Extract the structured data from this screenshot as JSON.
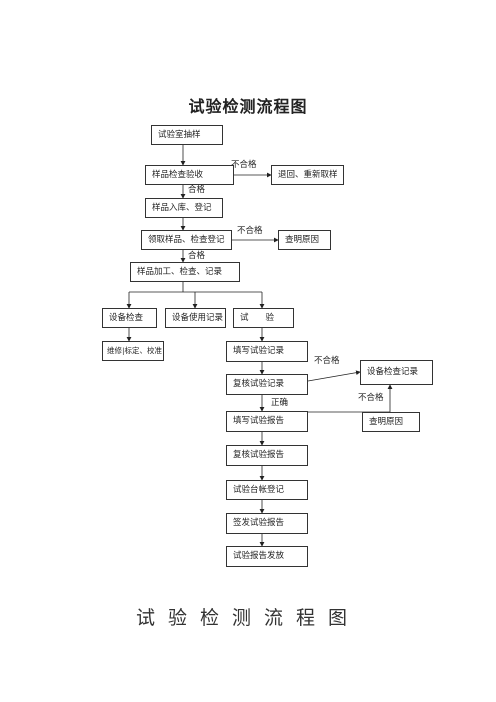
{
  "title": "试验检测流程图",
  "caption": "试验检测流程图",
  "nodes": {
    "sampling": "试验室抽样",
    "sample_inspect": "样品检查验收",
    "return_resample": "退回、重新取样",
    "warehouse": "样品入库、登记",
    "receive_check": "领取样品、检查登记",
    "find_cause_1": "查明原因",
    "processing": "样品加工、检查、记录",
    "equip_check": "设备检查",
    "equip_usage": "设备使用记录",
    "test": "试　　验",
    "calibration": "维修|标定、校准",
    "fill_record": "填写试验记录",
    "review_record": "复核试验记录",
    "fill_report": "填写试验报告",
    "review_report": "复核试验报告",
    "ledger": "试验台帐登记",
    "sign_report": "签发试验报告",
    "release_report": "试验报告发放",
    "equip_check_record": "设备检查记录",
    "find_cause_2": "查明原因"
  },
  "labels": {
    "fail_1": "不合格",
    "pass_1": "合格",
    "fail_2": "不合格",
    "pass_2": "合格",
    "fail_3": "不合格",
    "correct": "正确",
    "fail_4": "不合格"
  }
}
